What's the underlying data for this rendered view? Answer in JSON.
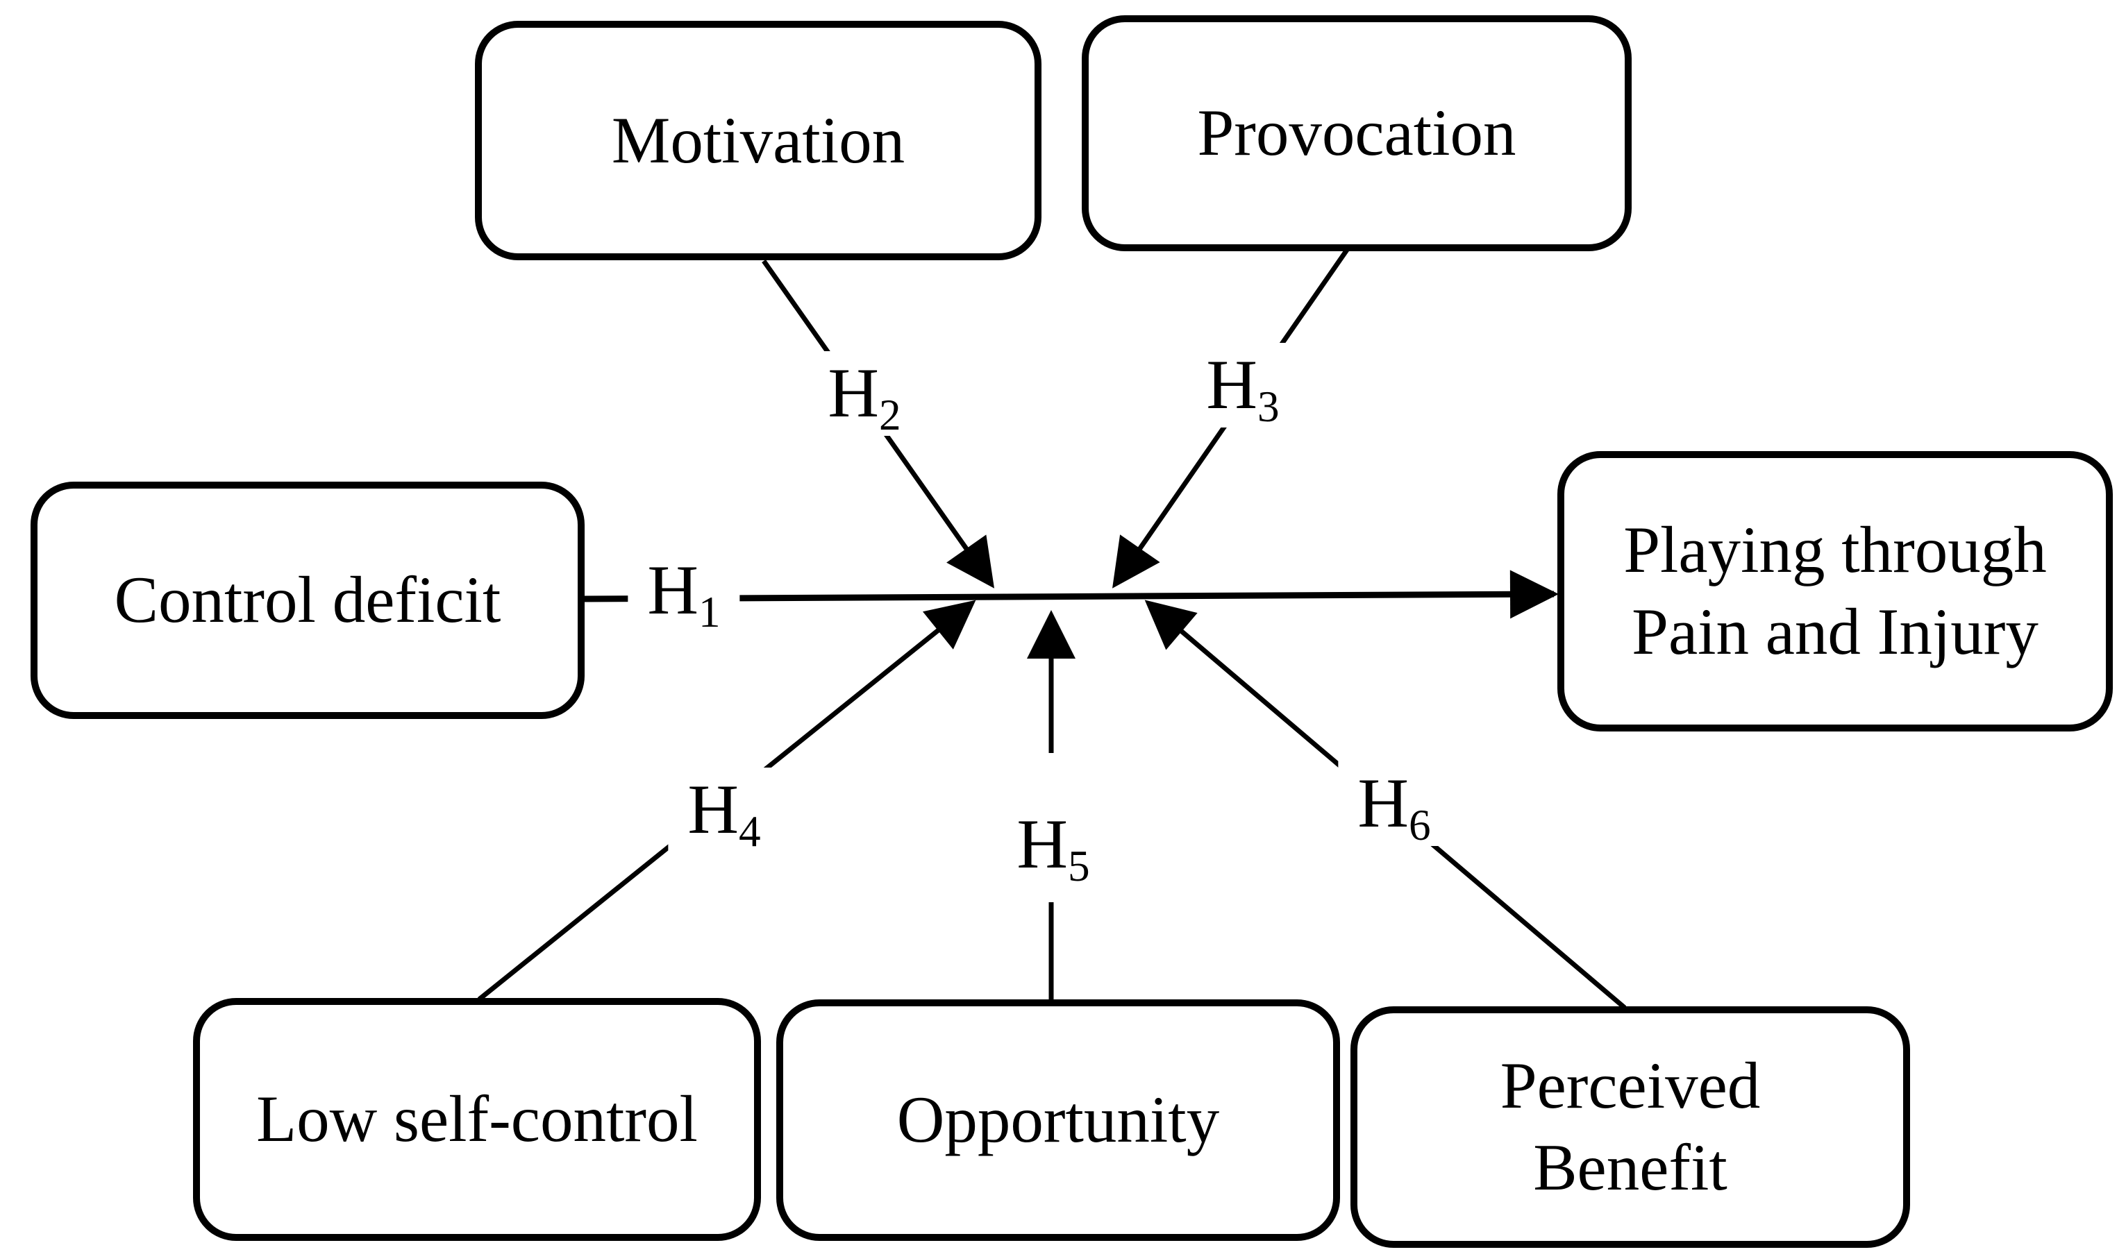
{
  "boxes": {
    "motivation": {
      "label": "Motivation"
    },
    "provocation": {
      "label": "Provocation"
    },
    "control_deficit": {
      "label": "Control deficit"
    },
    "playing_through": {
      "label": "Playing through Pain and Injury"
    },
    "low_self_control": {
      "label": "Low self-control"
    },
    "opportunity": {
      "label": "Opportunity"
    },
    "perceived_benefit": {
      "label": "Perceived Benefit"
    }
  },
  "hypotheses": {
    "h1": {
      "base": "H",
      "sub": "1"
    },
    "h2": {
      "base": "H",
      "sub": "2"
    },
    "h3": {
      "base": "H",
      "sub": "3"
    },
    "h4": {
      "base": "H",
      "sub": "4"
    },
    "h5": {
      "base": "H",
      "sub": "5"
    },
    "h6": {
      "base": "H",
      "sub": "6"
    }
  },
  "colors": {
    "ink": "#000000",
    "paper": "#ffffff"
  }
}
